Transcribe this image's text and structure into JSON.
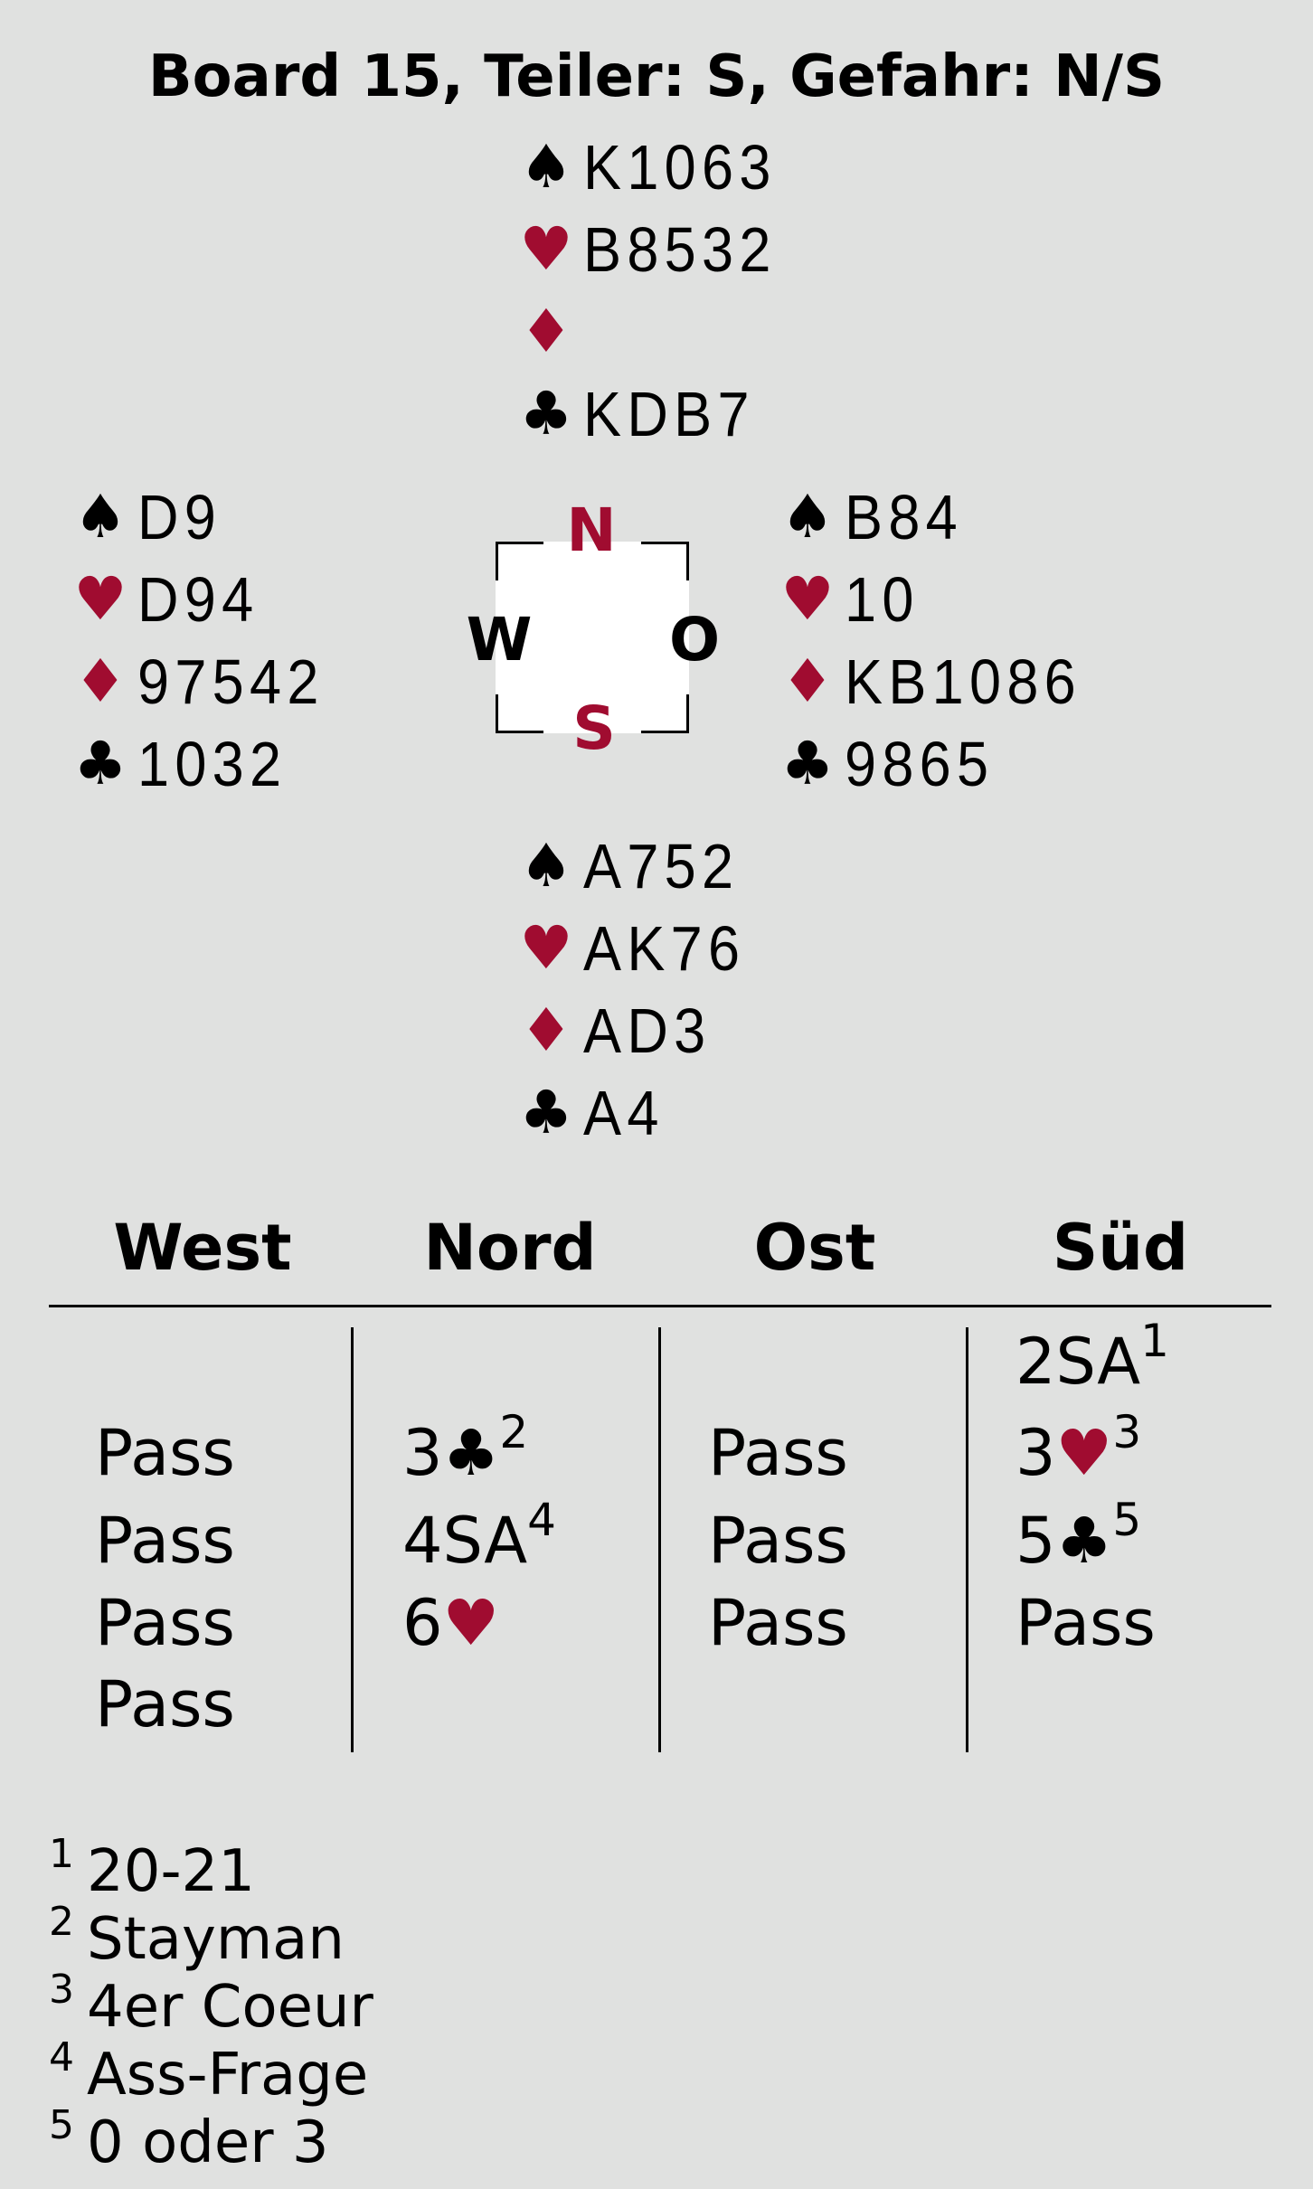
{
  "title": "Board 15, Teiler: S, Gefahr: N/S",
  "suits": {
    "spades": "♠",
    "hearts": "♥",
    "diamonds": "♦",
    "clubs": "♣"
  },
  "colors": {
    "red": "#a00c30",
    "black": "#000000",
    "background": "#e0e1e0"
  },
  "hands": {
    "north": {
      "spades": "K1063",
      "hearts": "B8532",
      "diamonds": "",
      "clubs": "KDB7"
    },
    "west": {
      "spades": "D9",
      "hearts": "D94",
      "diamonds": "97542",
      "clubs": "1032"
    },
    "east": {
      "spades": "B84",
      "hearts": "10",
      "diamonds": "KB1086",
      "clubs": "9865"
    },
    "south": {
      "spades": "A752",
      "hearts": "AK76",
      "diamonds": "AD3",
      "clubs": "A4"
    }
  },
  "compass": {
    "n": "N",
    "w": "W",
    "o": "O",
    "s": "S"
  },
  "bidding": {
    "headers": [
      "West",
      "Nord",
      "Ost",
      "Süd"
    ],
    "rows": [
      [
        {
          "level": ""
        },
        {
          "level": ""
        },
        {
          "level": ""
        },
        {
          "level": "2SA",
          "suit": "",
          "sup": "1"
        }
      ],
      [
        {
          "level": "Pass"
        },
        {
          "level": "3",
          "suit": "♣",
          "sup": "2"
        },
        {
          "level": "Pass"
        },
        {
          "level": "3",
          "suit": "♥",
          "sup": "3"
        }
      ],
      [
        {
          "level": "Pass"
        },
        {
          "level": "4SA",
          "suit": "",
          "sup": "4"
        },
        {
          "level": "Pass"
        },
        {
          "level": "5",
          "suit": "♣",
          "sup": "5"
        }
      ],
      [
        {
          "level": "Pass"
        },
        {
          "level": "6",
          "suit": "♥",
          "sup": ""
        },
        {
          "level": "Pass"
        },
        {
          "level": "Pass"
        }
      ],
      [
        {
          "level": "Pass"
        },
        {
          "level": ""
        },
        {
          "level": ""
        },
        {
          "level": ""
        }
      ]
    ]
  },
  "footnotes": [
    {
      "num": "1",
      "text": "20-21"
    },
    {
      "num": "2",
      "text": "Stayman"
    },
    {
      "num": "3",
      "text": "4er Coeur"
    },
    {
      "num": "4",
      "text": "Ass-Frage"
    },
    {
      "num": "5",
      "text": "0 oder 3"
    }
  ]
}
